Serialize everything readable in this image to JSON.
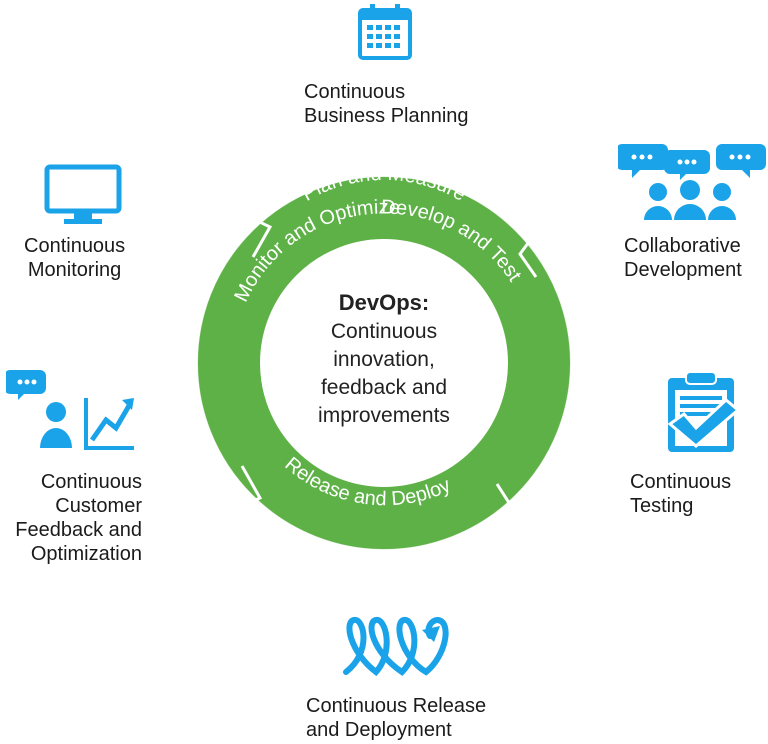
{
  "center": {
    "title": "DevOps:",
    "lines": [
      "Continuous",
      "innovation,",
      "feedback and",
      "improvements"
    ]
  },
  "phases": {
    "plan": "Plan and Measure",
    "develop": "Develop and Test",
    "release": "Release and Deploy",
    "monitor": "Monitor and Optimize"
  },
  "items": {
    "planning": [
      "Continuous",
      "Business Planning"
    ],
    "collab": [
      "Collaborative",
      "Development"
    ],
    "testing": [
      "Continuous",
      "Testing"
    ],
    "release": [
      "Continuous Release",
      "and Deployment"
    ],
    "feedback": [
      "Continuous",
      "Customer",
      "Feedback and",
      "Optimization"
    ],
    "monitoring": [
      "Continuous",
      "Monitoring"
    ]
  },
  "colors": {
    "ring": "#5db146",
    "icon": "#1aa3e8"
  },
  "icons": {
    "planning": "calendar-icon",
    "collab": "team-chat-icon",
    "testing": "clipboard-check-icon",
    "release": "loop-arrow-icon",
    "feedback": "customer-growth-icon",
    "monitoring": "monitor-icon"
  }
}
